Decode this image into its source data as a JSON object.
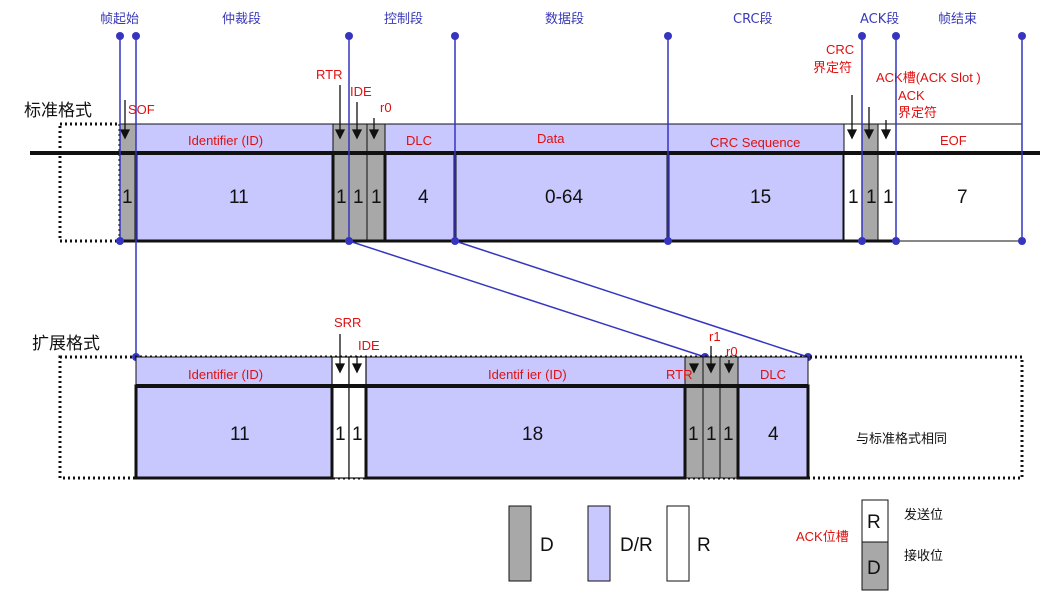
{
  "segment_titles": [
    "帧起始",
    "仲裁段",
    "控制段",
    "数据段",
    "CRC段",
    "ACK段",
    "帧结束"
  ],
  "standard": {
    "format_label": "标准格式",
    "field_labels": {
      "sof": "SOF",
      "identifier": "Identifier (ID)",
      "rtr": "RTR",
      "ide": "IDE",
      "r0": "r0",
      "dlc": "DLC",
      "data": "Data",
      "crc_seq": "CRC Sequence",
      "crc_delim_1": "CRC",
      "crc_delim_2": "界定符",
      "ack_slot": "ACK槽(ACK Slot )",
      "ack_delim_1": "ACK",
      "ack_delim_2": "界定符",
      "eof": "EOF"
    },
    "bit_counts": {
      "sof": "1",
      "identifier": "11",
      "rtr": "1",
      "ide": "1",
      "r0": "1",
      "dlc": "4",
      "data": "0-64",
      "crc_seq": "15",
      "crc_delim": "1",
      "ack_slot": "1",
      "ack_delim": "1",
      "eof": "7"
    }
  },
  "extended": {
    "format_label": "扩展格式",
    "field_labels": {
      "identifier_a": "Identifier (ID)",
      "srr": "SRR",
      "ide": "IDE",
      "identifier_b": "Identif ier (ID)",
      "rtr": "RTR",
      "r1": "r1",
      "r0": "r0",
      "dlc": "DLC"
    },
    "bit_counts": {
      "identifier_a": "11",
      "srr": "1",
      "ide": "1",
      "identifier_b": "18",
      "rtr": "1",
      "r1": "1",
      "r0": "1",
      "dlc": "4"
    },
    "same_as_standard": "与标准格式相同"
  },
  "legend": {
    "d": "D",
    "dr": "D/R",
    "r": "R",
    "ack_slot_label": "ACK位槽",
    "ack_r": "R",
    "ack_d": "D",
    "send_bit": "发送位",
    "recv_bit": "接收位"
  },
  "colors": {
    "dominant": "#a8a8a8",
    "dr": "#c8c8ff",
    "recessive": "#ffffff",
    "blue_line": "#3535c0",
    "red_text": "#e01010"
  }
}
